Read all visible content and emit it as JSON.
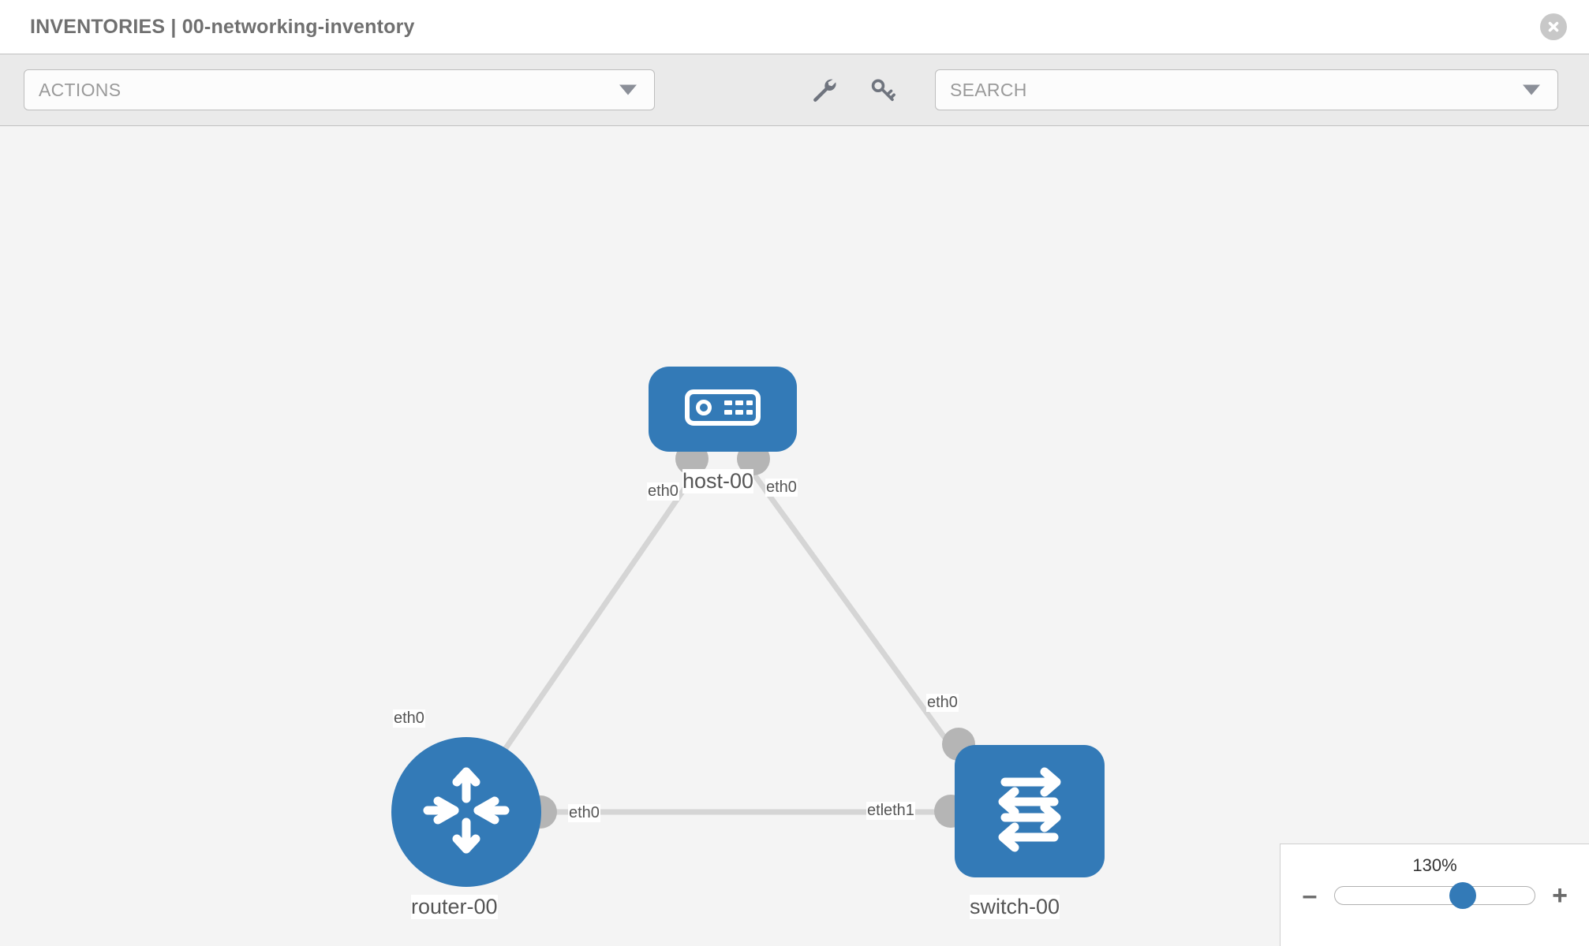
{
  "header": {
    "title": "INVENTORIES | 00-networking-inventory",
    "close_icon": "close-circle-icon"
  },
  "toolbar": {
    "actions_label": "ACTIONS",
    "actions_caret_icon": "chevron-down-icon",
    "wrench_icon": "wrench-icon",
    "key_icon": "key-icon",
    "search_placeholder": "SEARCH",
    "search_value": "",
    "search_caret_icon": "chevron-down-icon"
  },
  "topology": {
    "node_color": "#337ab7",
    "connector_color": "#b5b5b5",
    "edge_color": "#d5d5d5",
    "canvas_color": "#f4f4f4",
    "nodes": [
      {
        "id": "host-00",
        "label": "host-00",
        "type": "host",
        "icon": "server-icon"
      },
      {
        "id": "router-00",
        "label": "router-00",
        "type": "router",
        "icon": "router-arrows-icon"
      },
      {
        "id": "switch-00",
        "label": "switch-00",
        "type": "switch",
        "icon": "switch-arrows-icon"
      }
    ],
    "links": [
      {
        "from": "host-00",
        "to": "router-00",
        "from_label": "eth0",
        "to_label": "eth0"
      },
      {
        "from": "host-00",
        "to": "switch-00",
        "from_label": "eth0",
        "to_label": "eth0"
      },
      {
        "from": "router-00",
        "to": "switch-00",
        "from_label": "eth0",
        "to_label_a": "eth",
        "to_label_b": "eth1"
      }
    ]
  },
  "zoom": {
    "level_label": "130%",
    "minus_label": "–",
    "plus_label": "+",
    "slider_percent": 64
  }
}
